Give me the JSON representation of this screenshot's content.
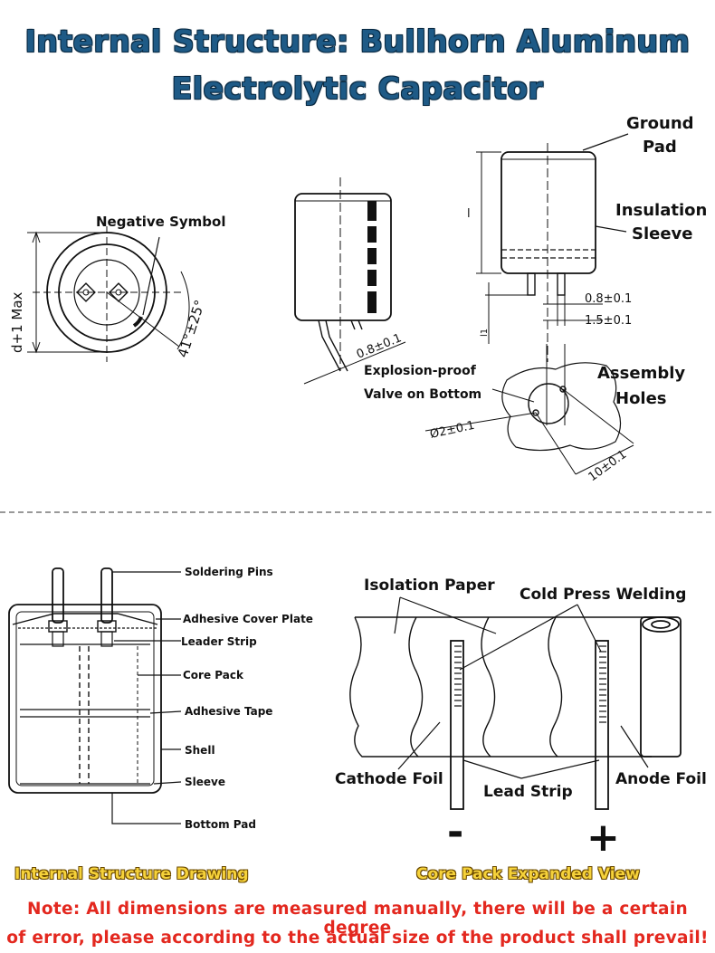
{
  "title": {
    "line1": "Internal Structure: Bullhorn Aluminum",
    "line2": "Electrolytic Capacitor"
  },
  "top_diagram": {
    "negative_symbol": "Negative Symbol",
    "d_max": "d+1 Max",
    "angle": "41°±25°",
    "pin_width_side": "0.8±0.1",
    "explosion_valve_line1": "Explosion-proof",
    "explosion_valve_line2": "Valve on Bottom",
    "ground_pad_line1": "Ground",
    "ground_pad_line2": "Pad",
    "insulation_line1": "Insulation",
    "insulation_line2": "Sleeve",
    "height_mark": "l",
    "lead_mark": "l1",
    "pin_width": "0.8±0.1",
    "pin_thickness": "1.5±0.1",
    "assembly_line1": "Assembly",
    "assembly_line2": "Holes",
    "hole_diameter": "Ø2±0.1",
    "hole_spacing": "10±0.1"
  },
  "internal_structure": {
    "labels": [
      "Soldering Pins",
      "Adhesive Cover Plate",
      "Leader Strip",
      "Core Pack",
      "Adhesive Tape",
      "Shell",
      "Sleeve",
      "Bottom Pad"
    ],
    "caption": "Internal Structure Drawing"
  },
  "core_pack": {
    "isolation_paper": "Isolation Paper",
    "cold_press": "Cold Press Welding",
    "cathode_foil": "Cathode Foil",
    "lead_strip": "Lead Strip",
    "anode_foil": "Anode Foil",
    "minus": "-",
    "plus": "+",
    "caption": "Core Pack Expanded View"
  },
  "note": {
    "line1": "Note: All dimensions are measured manually, there will be a certain degree",
    "line2": "of error, please according to the actual size of the product shall prevail!"
  }
}
